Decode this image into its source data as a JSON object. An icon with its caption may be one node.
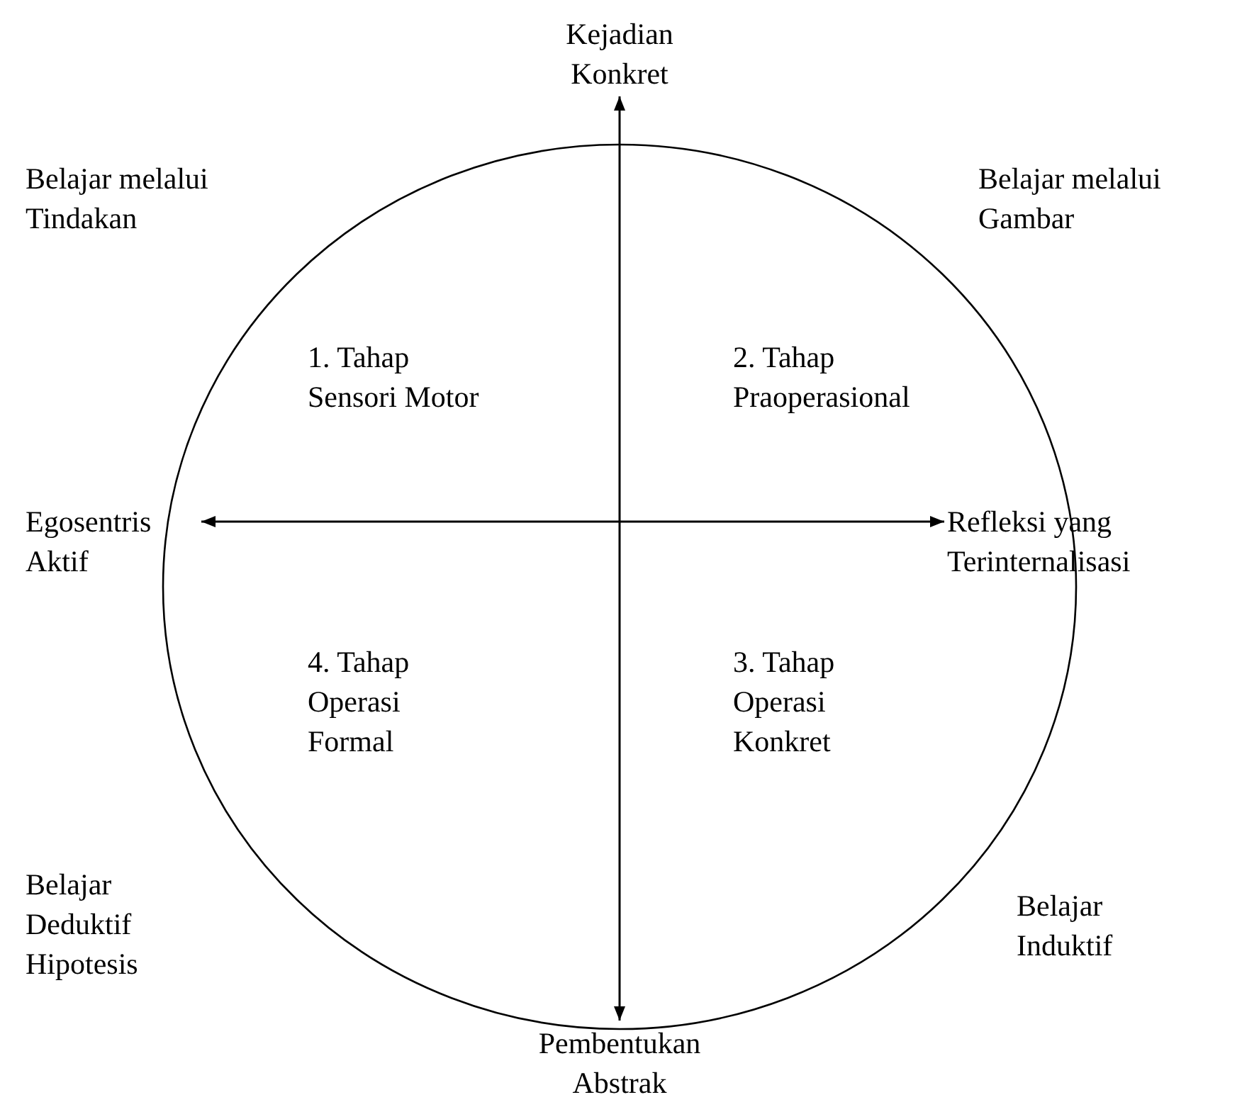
{
  "diagram": {
    "nodes": [
      {
        "text": [
          "Kejadian Konkret"
        ]
      },
      {
        "text": [
          "Egosentris Aktif"
        ]
      },
      {
        "text": [
          "Refleksi yang Terinternalisasi"
        ]
      },
      {
        "text": [
          "Pembentukan Abstrak"
        ]
      }
    ],
    "edges": [
      {
        "from": 0,
        "to": 3,
        "arrow": "both"
      },
      {
        "from": 1,
        "to": 2,
        "arrow": "both"
      }
    ],
    "labels": [
      "Belajar melalui Tindakan",
      "Belajar melalui Gambar",
      "1. Tahap Sensori Motor",
      "2. Tahap Praoperasional",
      "4. Tahap Operasi Formal",
      "3. Tahap Operasi Konkret",
      "Belajar Deduktif Hipotesis",
      "Belajar Induktif"
    ]
  }
}
